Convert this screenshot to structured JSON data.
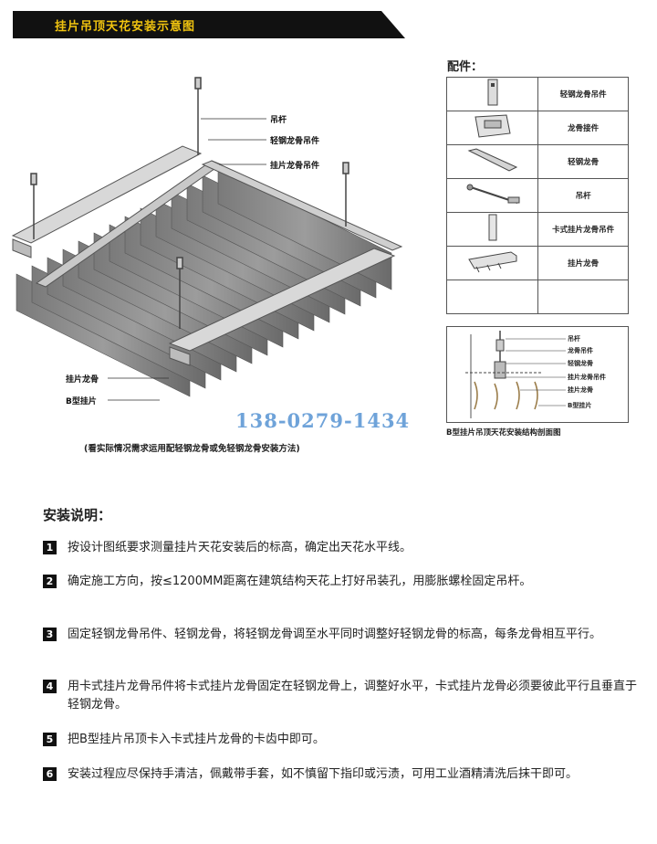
{
  "header": {
    "title": "挂片吊顶天花安装示意图"
  },
  "diagram": {
    "callouts": [
      "吊杆",
      "轻钢龙骨吊件",
      "挂片龙骨吊件",
      "挂片龙骨",
      "B型挂片"
    ],
    "phone": "138-0279-1434",
    "note": "(看实际情况需求运用配轻钢龙骨或免轻钢龙骨安装方法)"
  },
  "parts": {
    "title": "配件：",
    "items": [
      {
        "label": "轻钢龙骨吊件",
        "icon": "hanger-clip-icon"
      },
      {
        "label": "龙骨接件",
        "icon": "keel-connector-icon"
      },
      {
        "label": "轻钢龙骨",
        "icon": "steel-keel-icon"
      },
      {
        "label": "吊杆",
        "icon": "rod-icon"
      },
      {
        "label": "卡式挂片龙骨吊件",
        "icon": "clip-hanger-icon"
      },
      {
        "label": "挂片龙骨",
        "icon": "baffle-keel-icon"
      },
      {
        "label": "",
        "icon": ""
      }
    ]
  },
  "section": {
    "labels": [
      "吊杆",
      "龙骨吊件",
      "轻钢龙骨",
      "挂片龙骨吊件",
      "挂片龙骨",
      "B型挂片"
    ],
    "caption": "B型挂片吊顶天花安装结构剖面图"
  },
  "install": {
    "title": "安装说明：",
    "steps": [
      {
        "num": "1",
        "text": "按设计图纸要求测量挂片天花安装后的标高，确定出天花水平线。"
      },
      {
        "num": "2",
        "text": "确定施工方向，按≤1200MM距离在建筑结构天花上打好吊装孔，用膨胀螺栓固定吊杆。"
      },
      {
        "num": "3",
        "text": "固定轻钢龙骨吊件、轻钢龙骨，将轻钢龙骨调至水平同时调整好轻钢龙骨的标高，每条龙骨相互平行。"
      },
      {
        "num": "4",
        "text": "用卡式挂片龙骨吊件将卡式挂片龙骨固定在轻钢龙骨上，调整好水平，卡式挂片龙骨必须要彼此平行且垂直于轻钢龙骨。"
      },
      {
        "num": "5",
        "text": "把B型挂片吊顶卡入卡式挂片龙骨的卡齿中即可。"
      },
      {
        "num": "6",
        "text": "安装过程应尽保持手清洁，佩戴带手套，如不慎留下指印或污渍，可用工业酒精清洗后抹干即可。"
      }
    ]
  }
}
